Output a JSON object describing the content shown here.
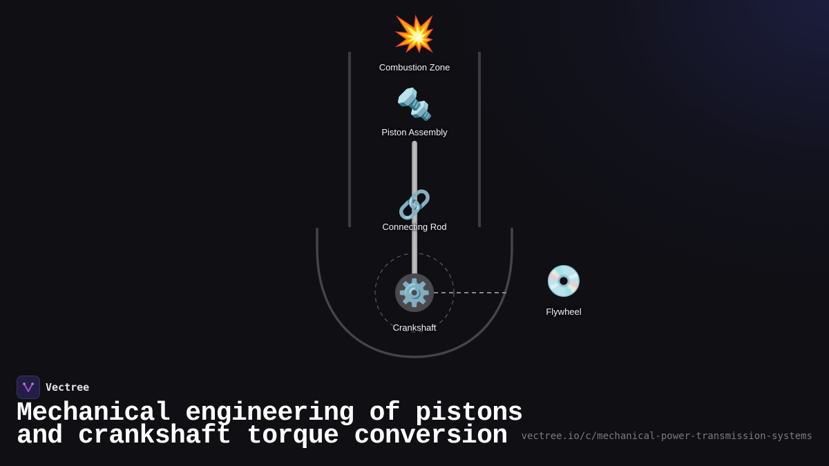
{
  "diagram": {
    "nodes": [
      {
        "id": "combustion",
        "label": "Combustion Zone",
        "icon": "collision-icon",
        "glyph": "💥"
      },
      {
        "id": "piston",
        "label": "Piston Assembly",
        "icon": "nut-and-bolt-icon",
        "glyph": "🔩"
      },
      {
        "id": "rod",
        "label": "Connecting Rod",
        "icon": "link-icon",
        "glyph": "🔗"
      },
      {
        "id": "crankshaft",
        "label": "Crankshaft",
        "icon": "gear-icon",
        "glyph": "⚙️"
      },
      {
        "id": "flywheel",
        "label": "Flywheel",
        "icon": "optical-disc-icon",
        "glyph": "💿"
      }
    ],
    "colors": {
      "background": "#0f0f14",
      "cylinder_wall": "#3d3d40",
      "crankcase": "#454548",
      "rod": "#b4b4b4",
      "crank_disc": "#4a4a4e",
      "dashed": "#8a8a8a",
      "label": "#f2f2f2"
    }
  },
  "brand": {
    "name": "Vectree",
    "logo_color": "#a14fd6"
  },
  "title": {
    "line1": "Mechanical engineering of pistons",
    "line2": "and crankshaft torque conversion"
  },
  "url": "vectree.io/c/mechanical-power-transmission-systems"
}
